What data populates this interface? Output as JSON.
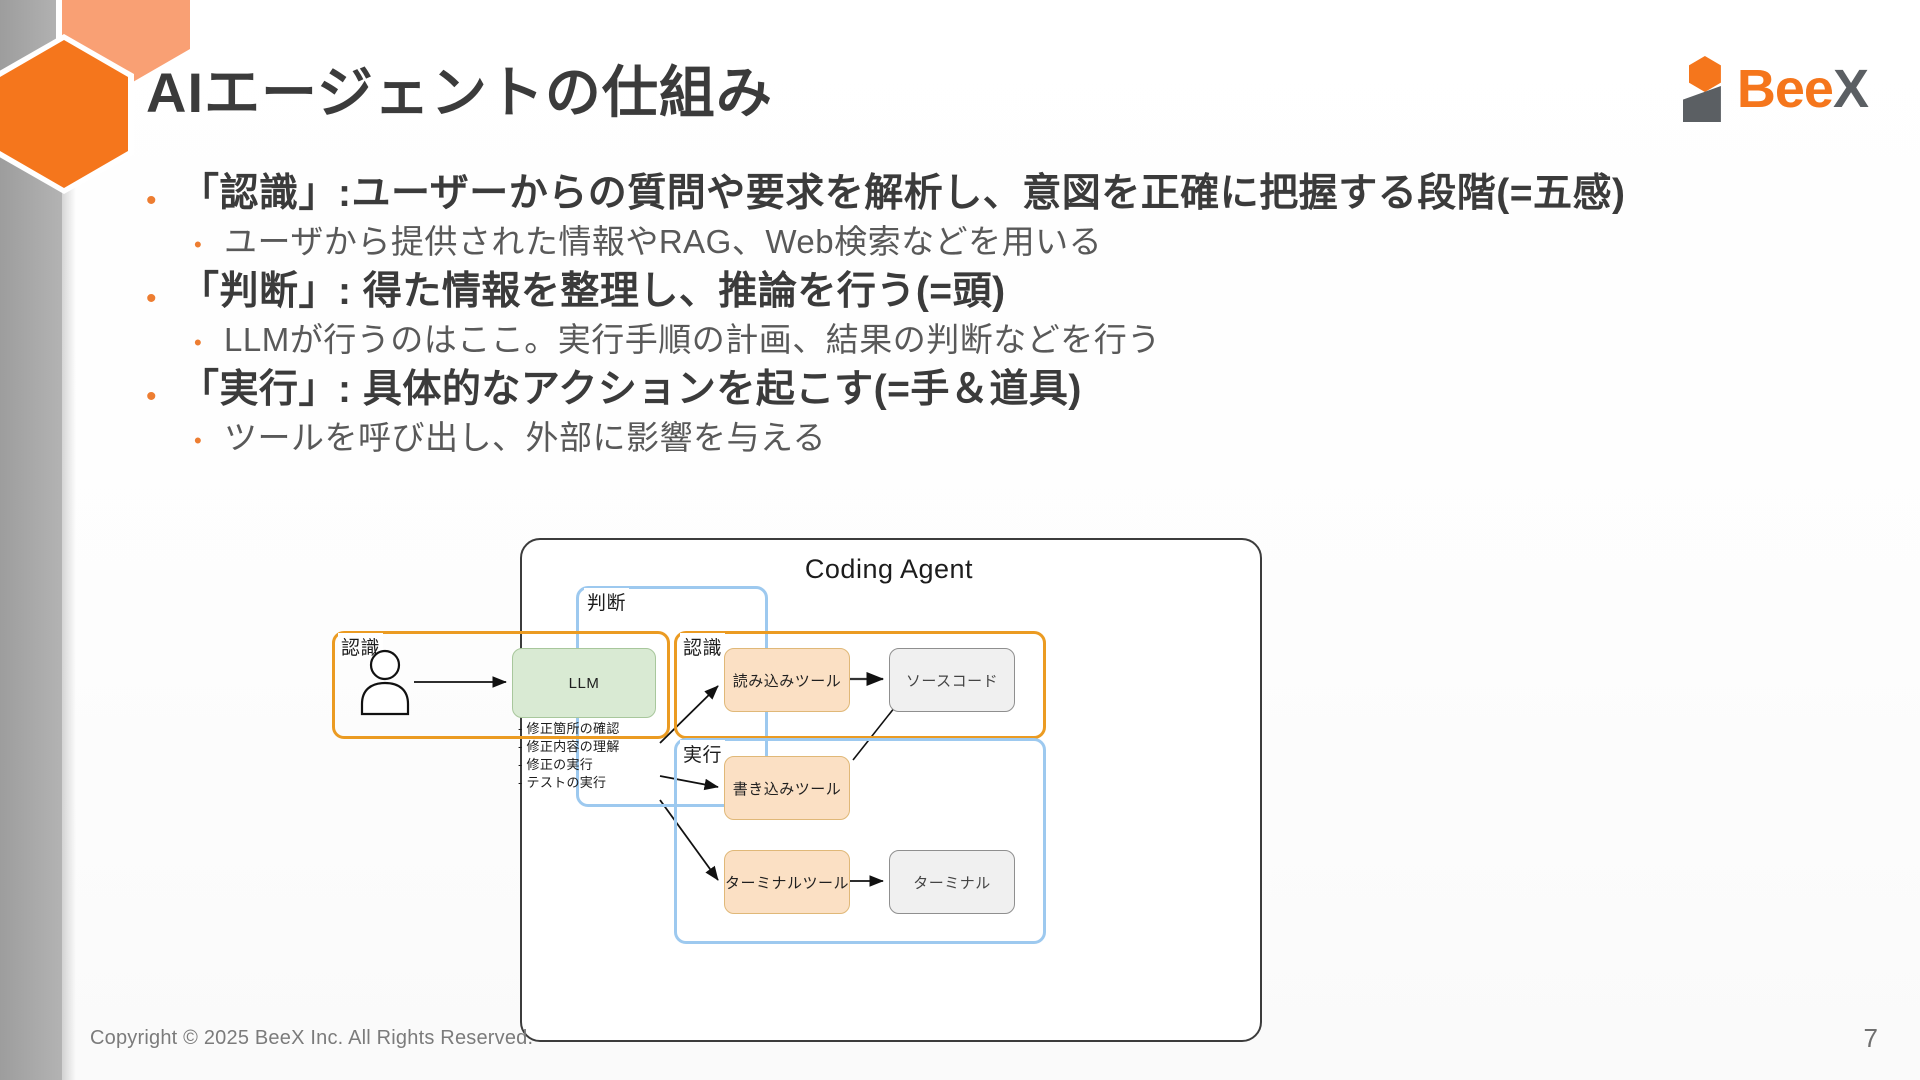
{
  "slide": {
    "title": "AIエージェントの仕組み",
    "page_number": "7",
    "copyright": "Copyright © 2025 BeeX Inc. All Rights Reserved.",
    "accent_orange": "#f5761c",
    "accent_light_orange": "#f9a074",
    "sidebar_gray": "#a9a9a9",
    "bullet_marker": "•"
  },
  "logo": {
    "text_primary": "Bee",
    "text_secondary": "X",
    "primary_color": "#f5761c",
    "secondary_color": "#5b5f63"
  },
  "bullets": [
    {
      "level": 1,
      "text": "「認識」:ユーザーからの質問や要求を解析し、意図を正確に把握する段階(=五感)"
    },
    {
      "level": 2,
      "text": " ユーザから提供された情報やRAG、Web検索などを用いる"
    },
    {
      "level": 1,
      "text": "「判断」: 得た情報を整理し、推論を行う(=頭)"
    },
    {
      "level": 2,
      "text": " LLMが行うのはここ。実行手順の計画、結果の判断などを行う"
    },
    {
      "level": 1,
      "text": "「実行」: 具体的なアクションを起こす(=手＆道具)"
    },
    {
      "level": 2,
      "text": " ツールを呼び出し、外部に影響を与える"
    }
  ],
  "diagram": {
    "title": "Coding Agent",
    "groups": {
      "handan": {
        "label": "判断",
        "border_color": "#9dc9ef"
      },
      "ninshiki_left": {
        "label": "認識",
        "border_color": "#eb9b22"
      },
      "ninshiki_right": {
        "label": "認識",
        "border_color": "#eb9b22"
      },
      "jikkou": {
        "label": "実行",
        "border_color": "#9dc9ef"
      }
    },
    "nodes": {
      "llm": {
        "label": "LLM",
        "fill": "#d9ead3"
      },
      "read_tool": {
        "label": "読み込みツール",
        "fill": "#fbe0c4"
      },
      "source_code": {
        "label": "ソースコード",
        "fill": "#f0f0f0"
      },
      "write_tool": {
        "label": "書き込みツール",
        "fill": "#fbe0c4"
      },
      "terminal_tool": {
        "label": "ターミナルツール",
        "fill": "#fbe0c4"
      },
      "terminal": {
        "label": "ターミナル",
        "fill": "#f0f0f0"
      }
    },
    "tasks": [
      "- 修正箇所の確認",
      "- 修正内容の理解",
      "- 修正の実行",
      "- テストの実行"
    ]
  }
}
